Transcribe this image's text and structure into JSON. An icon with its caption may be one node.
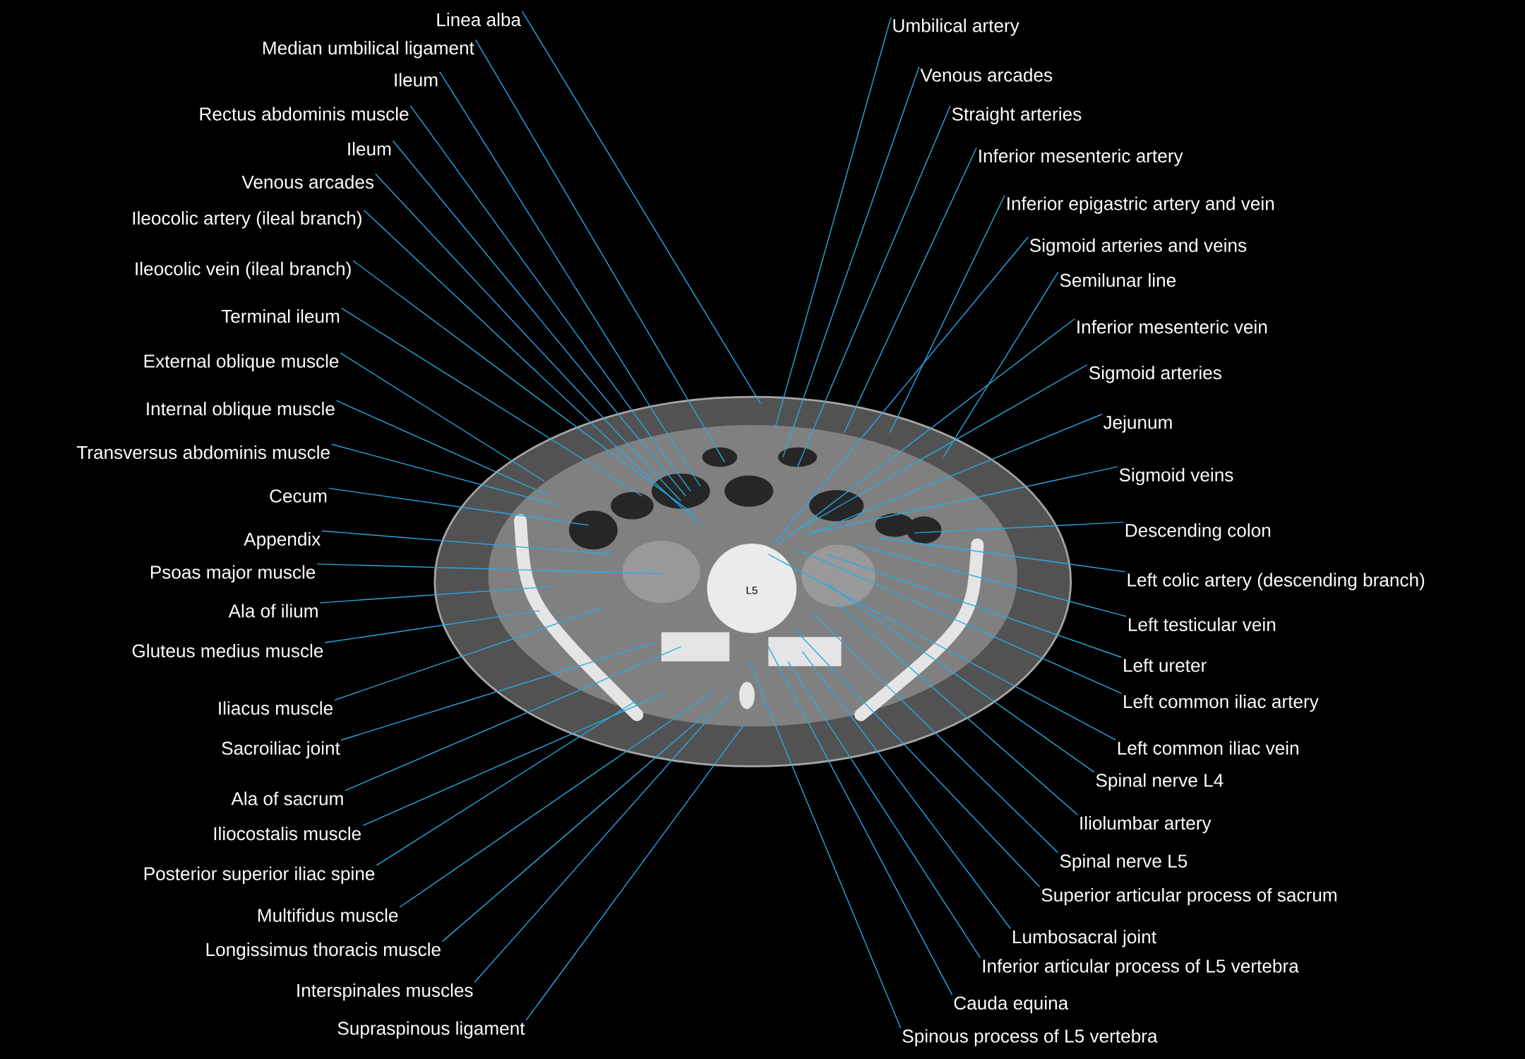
{
  "diagram": {
    "nodes": [
      {
        "text": [
          "Linea alba"
        ]
      },
      {
        "text": [
          "Median umbilical ligament"
        ]
      },
      {
        "text": [
          "Ileum"
        ]
      },
      {
        "text": [
          "Rectus abdominis muscle"
        ]
      },
      {
        "text": [
          "Ileum"
        ]
      },
      {
        "text": [
          "Venous arcades"
        ]
      },
      {
        "text": [
          "Ileocolic artery (ileal branch)"
        ]
      },
      {
        "text": [
          "Ileocolic vein (ileal branch)"
        ]
      },
      {
        "text": [
          "Terminal ileum"
        ]
      },
      {
        "text": [
          "External oblique muscle"
        ]
      },
      {
        "text": [
          "Internal oblique muscle"
        ]
      },
      {
        "text": [
          "Transversus abdominis muscle"
        ]
      },
      {
        "text": [
          "Cecum"
        ]
      },
      {
        "text": [
          "Appendix"
        ]
      },
      {
        "text": [
          "Psoas major muscle"
        ]
      },
      {
        "text": [
          "Ala of ilium"
        ]
      },
      {
        "text": [
          "Gluteus medius muscle"
        ]
      },
      {
        "text": [
          "Iliacus muscle"
        ]
      },
      {
        "text": [
          "Sacroiliac joint"
        ]
      },
      {
        "text": [
          "Ala of sacrum"
        ]
      },
      {
        "text": [
          "Iliocostalis muscle"
        ]
      },
      {
        "text": [
          "Posterior superior iliac spine"
        ]
      },
      {
        "text": [
          "Multifidus muscle"
        ]
      },
      {
        "text": [
          "Longissimus thoracis muscle"
        ]
      },
      {
        "text": [
          "Interspinales muscles"
        ]
      },
      {
        "text": [
          "Supraspinous ligament"
        ]
      },
      {
        "text": [
          "Umbilical artery"
        ]
      },
      {
        "text": [
          "Venous arcades"
        ]
      },
      {
        "text": [
          "Straight arteries"
        ]
      },
      {
        "text": [
          "Inferior mesenteric artery"
        ]
      },
      {
        "text": [
          "Inferior epigastric artery and vein"
        ]
      },
      {
        "text": [
          "Sigmoid arteries and veins"
        ]
      },
      {
        "text": [
          "Semilunar line"
        ]
      },
      {
        "text": [
          "Inferior mesenteric vein"
        ]
      },
      {
        "text": [
          "Sigmoid arteries"
        ]
      },
      {
        "text": [
          "Jejunum"
        ]
      },
      {
        "text": [
          "Sigmoid veins"
        ]
      },
      {
        "text": [
          "Descending colon"
        ]
      },
      {
        "text": [
          "Left colic artery (descending branch)"
        ]
      },
      {
        "text": [
          "Left testicular vein"
        ]
      },
      {
        "text": [
          "Left ureter"
        ]
      },
      {
        "text": [
          "Left common iliac artery"
        ]
      },
      {
        "text": [
          "Left common iliac vein"
        ]
      },
      {
        "text": [
          "Spinal nerve L4"
        ]
      },
      {
        "text": [
          "Iliolumbar artery"
        ]
      },
      {
        "text": [
          "Spinal nerve L5"
        ]
      },
      {
        "text": [
          "Superior articular process of sacrum"
        ]
      },
      {
        "text": [
          "Lumbosacral joint"
        ]
      },
      {
        "text": [
          "Inferior articular process of L5 vertebra"
        ]
      },
      {
        "text": [
          "Cauda equina"
        ]
      },
      {
        "text": [
          "Spinous process of L5 vertebra"
        ]
      }
    ],
    "edges": [
      {
        "from": 0,
        "to": null,
        "arrow": "none"
      },
      {
        "from": 1,
        "to": null,
        "arrow": "none"
      },
      {
        "from": 2,
        "to": null,
        "arrow": "none"
      },
      {
        "from": 3,
        "to": null,
        "arrow": "none"
      },
      {
        "from": 4,
        "to": null,
        "arrow": "none"
      },
      {
        "from": 5,
        "to": null,
        "arrow": "none"
      },
      {
        "from": 6,
        "to": null,
        "arrow": "none"
      },
      {
        "from": 7,
        "to": null,
        "arrow": "none"
      },
      {
        "from": 8,
        "to": null,
        "arrow": "none"
      },
      {
        "from": 9,
        "to": null,
        "arrow": "none"
      },
      {
        "from": 10,
        "to": null,
        "arrow": "none"
      },
      {
        "from": 11,
        "to": null,
        "arrow": "none"
      },
      {
        "from": 12,
        "to": null,
        "arrow": "none"
      },
      {
        "from": 13,
        "to": null,
        "arrow": "none"
      },
      {
        "from": 14,
        "to": null,
        "arrow": "none"
      },
      {
        "from": 15,
        "to": null,
        "arrow": "none"
      },
      {
        "from": 16,
        "to": null,
        "arrow": "none"
      },
      {
        "from": 17,
        "to": null,
        "arrow": "none"
      },
      {
        "from": 18,
        "to": null,
        "arrow": "none"
      },
      {
        "from": 19,
        "to": null,
        "arrow": "none"
      },
      {
        "from": 20,
        "to": null,
        "arrow": "none"
      },
      {
        "from": 21,
        "to": null,
        "arrow": "none"
      },
      {
        "from": 22,
        "to": null,
        "arrow": "none"
      },
      {
        "from": 23,
        "to": null,
        "arrow": "none"
      },
      {
        "from": 24,
        "to": null,
        "arrow": "none"
      },
      {
        "from": 25,
        "to": null,
        "arrow": "none"
      },
      {
        "from": 26,
        "to": null,
        "arrow": "none"
      },
      {
        "from": 27,
        "to": null,
        "arrow": "none"
      },
      {
        "from": 28,
        "to": null,
        "arrow": "none"
      },
      {
        "from": 29,
        "to": null,
        "arrow": "none"
      },
      {
        "from": 30,
        "to": null,
        "arrow": "none"
      },
      {
        "from": 31,
        "to": null,
        "arrow": "none"
      },
      {
        "from": 32,
        "to": null,
        "arrow": "none"
      },
      {
        "from": 33,
        "to": null,
        "arrow": "none"
      },
      {
        "from": 34,
        "to": null,
        "arrow": "none"
      },
      {
        "from": 35,
        "to": null,
        "arrow": "none"
      },
      {
        "from": 36,
        "to": null,
        "arrow": "none"
      },
      {
        "from": 37,
        "to": null,
        "arrow": "none"
      },
      {
        "from": 38,
        "to": null,
        "arrow": "none"
      },
      {
        "from": 39,
        "to": null,
        "arrow": "none"
      },
      {
        "from": 40,
        "to": null,
        "arrow": "none"
      },
      {
        "from": 41,
        "to": null,
        "arrow": "none"
      },
      {
        "from": 42,
        "to": null,
        "arrow": "none"
      },
      {
        "from": 43,
        "to": null,
        "arrow": "none"
      },
      {
        "from": 44,
        "to": null,
        "arrow": "none"
      },
      {
        "from": 45,
        "to": null,
        "arrow": "none"
      },
      {
        "from": 46,
        "to": null,
        "arrow": "none"
      },
      {
        "from": 47,
        "to": null,
        "arrow": "none"
      },
      {
        "from": 48,
        "to": null,
        "arrow": "none"
      },
      {
        "from": 49,
        "to": null,
        "arrow": "none"
      },
      {
        "from": 50,
        "to": null,
        "arrow": "none"
      }
    ],
    "labels": [
      "L5"
    ]
  }
}
